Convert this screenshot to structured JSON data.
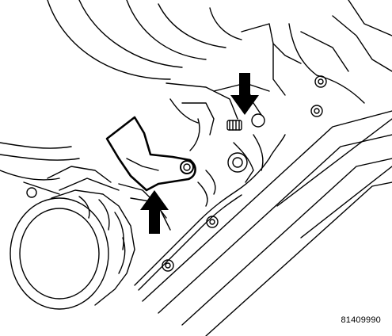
{
  "figure": {
    "caption_code": "81409990",
    "ink_color": "#000000",
    "paper_color": "#ffffff",
    "callouts": [
      {
        "id": "arrow-upper",
        "direction": "down",
        "points_to": "set-screw"
      },
      {
        "id": "arrow-lower",
        "direction": "up",
        "points_to": "sensor-bracket"
      }
    ]
  }
}
